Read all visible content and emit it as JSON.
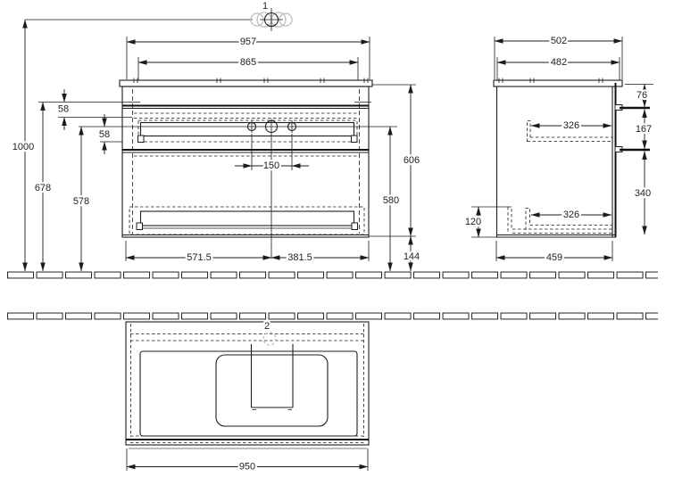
{
  "drawing": {
    "type": "technical-drawing",
    "line_color": "#1c1c1c",
    "shadow_color": "#a9a9a9",
    "front": {
      "marker_label": "1",
      "dim_overall_width": "957",
      "dim_inner_width": "865",
      "dim_wall_height": "1000",
      "dim_height_678": "678",
      "dim_height_578": "578",
      "dim_offset_top_58": "58",
      "dim_offset_mid_58": "58",
      "dim_hole_spacing": "150",
      "dim_bottom_left": "571.5",
      "dim_bottom_right": "381.5",
      "dim_cabinet_height": "606",
      "dim_height_580": "580",
      "dim_floor_gap": "144"
    },
    "side": {
      "dim_overall_depth": "502",
      "dim_body_depth": "482",
      "dim_top_gap_76": "76",
      "dim_upper_zone_167": "167",
      "dim_drawer_depth_upper": "326",
      "dim_drawer_depth_lower": "326",
      "dim_lower_zone_340": "340",
      "dim_recess_120": "120",
      "dim_bottom_depth_459": "459"
    },
    "plan": {
      "marker_label": "2",
      "dim_width": "950"
    }
  }
}
